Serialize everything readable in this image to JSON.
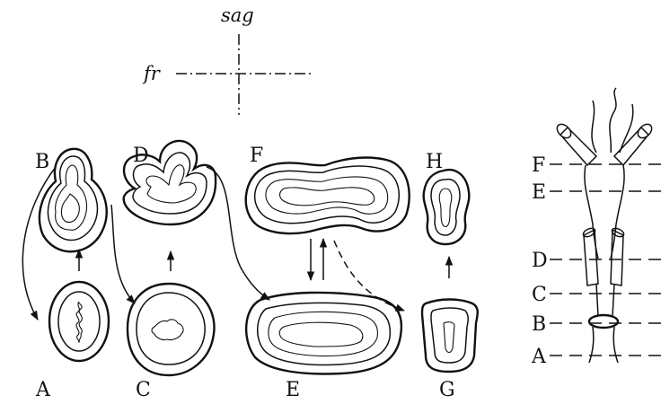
{
  "axes": {
    "sagittal": "sag",
    "frontal": "fr"
  },
  "sections": {
    "A": "A",
    "B": "B",
    "C": "C",
    "D": "D",
    "E": "E",
    "F": "F",
    "G": "G",
    "H": "H"
  },
  "levels": [
    "F",
    "E",
    "D",
    "C",
    "B",
    "A"
  ]
}
